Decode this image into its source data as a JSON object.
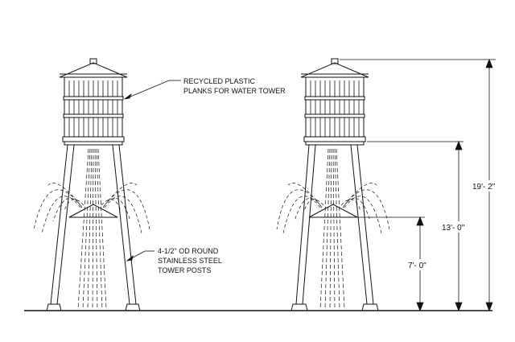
{
  "callouts": {
    "planks_line1": "RECYCLED PLASTIC",
    "planks_line2": "PLANKS FOR WATER TOWER",
    "posts_line1": "4-1/2\" OD ROUND",
    "posts_line2": "STAINLESS STEEL",
    "posts_line3": "TOWER POSTS"
  },
  "dimensions": {
    "overall": "19'- 2\"",
    "tank_base": "13'- 0\"",
    "cone": "7'- 0\""
  }
}
